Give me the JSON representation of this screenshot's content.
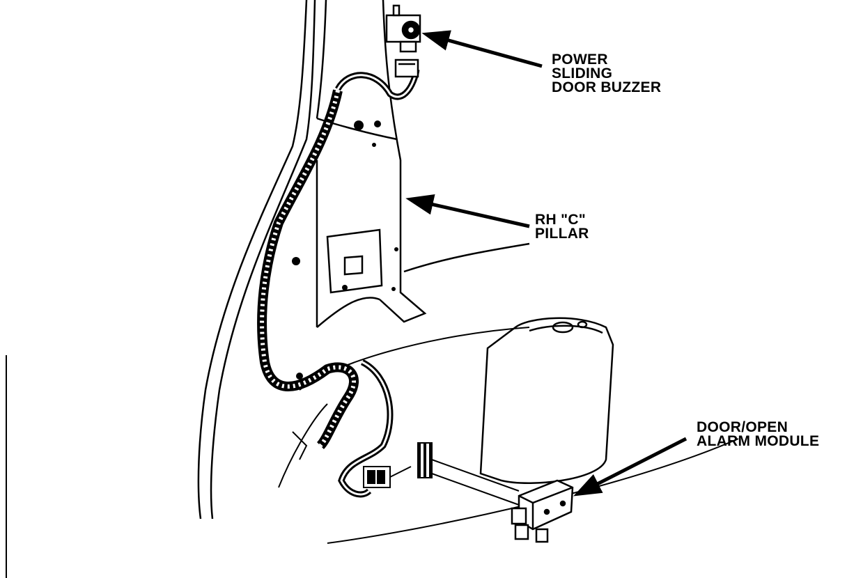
{
  "labels": {
    "buzzer": {
      "lines": [
        "POWER",
        "SLIDING",
        "DOOR BUZZER"
      ]
    },
    "pillar": {
      "lines": [
        "RH \"C\"",
        "PILLAR"
      ]
    },
    "module": {
      "lines": [
        "DOOR/OPEN",
        "ALARM MODULE"
      ]
    }
  },
  "colors": {
    "ink": "#000000",
    "paper": "#ffffff"
  }
}
